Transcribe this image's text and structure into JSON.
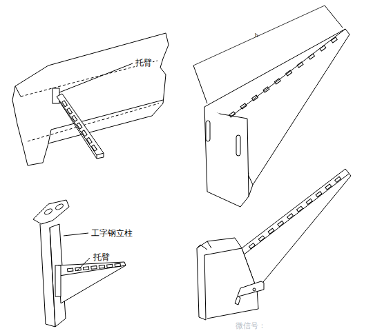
{
  "diagram": {
    "labels": [
      "托臂",
      "工字钢立柱",
      "托臂",
      "b",
      "微信号："
    ]
  }
}
